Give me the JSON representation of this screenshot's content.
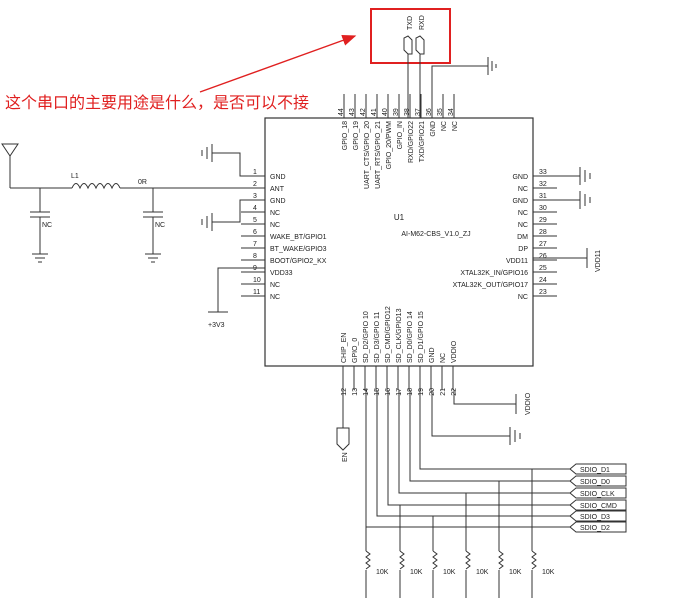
{
  "question": "这个串口的主要用途是什么，是否可以不接",
  "colors": {
    "annotation": "#e02020",
    "wire": "#333333"
  },
  "chip": {
    "refdes": "U1",
    "part": "AI-M62-CBS_V1.0_ZJ",
    "left_pins": [
      {
        "num": "1",
        "label": "GND"
      },
      {
        "num": "2",
        "label": "ANT"
      },
      {
        "num": "3",
        "label": "GND"
      },
      {
        "num": "4",
        "label": "NC"
      },
      {
        "num": "5",
        "label": "NC"
      },
      {
        "num": "6",
        "label": "WAKE_BT/GPIO1"
      },
      {
        "num": "7",
        "label": "BT_WAKE/GPIO3"
      },
      {
        "num": "8",
        "label": "BOOT/GPIO2_KX"
      },
      {
        "num": "9",
        "label": "VDD33"
      },
      {
        "num": "10",
        "label": "NC"
      },
      {
        "num": "11",
        "label": "NC"
      }
    ],
    "right_pins": [
      {
        "num": "33",
        "label": "GND"
      },
      {
        "num": "32",
        "label": "NC"
      },
      {
        "num": "31",
        "label": "GND"
      },
      {
        "num": "30",
        "label": "NC"
      },
      {
        "num": "29",
        "label": "NC"
      },
      {
        "num": "28",
        "label": "DM"
      },
      {
        "num": "27",
        "label": "DP"
      },
      {
        "num": "26",
        "label": "VDD11"
      },
      {
        "num": "25",
        "label": "XTAL32K_IN/GPIO16"
      },
      {
        "num": "24",
        "label": "XTAL32K_OUT/GPIO17"
      },
      {
        "num": "23",
        "label": "NC"
      }
    ],
    "top_pins": [
      {
        "num": "44",
        "label": "GPIO_18"
      },
      {
        "num": "43",
        "label": "GPIO_19"
      },
      {
        "num": "42",
        "label": "UART_CTS/GPIO_20"
      },
      {
        "num": "41",
        "label": "UART_RTS/GPIO_21"
      },
      {
        "num": "40",
        "label": "GPIO_20/PWM"
      },
      {
        "num": "39",
        "label": "GPIO_IN"
      },
      {
        "num": "38",
        "label": "RXD/GPIO22"
      },
      {
        "num": "37",
        "label": "TXD/GPIO21"
      },
      {
        "num": "36",
        "label": "GND"
      },
      {
        "num": "35",
        "label": "NC"
      },
      {
        "num": "34",
        "label": "NC"
      }
    ],
    "bottom_pins": [
      {
        "num": "12",
        "label": "CHIP_EN"
      },
      {
        "num": "13",
        "label": "GPIO_0"
      },
      {
        "num": "14",
        "label": "SD_D2/GPIO 10"
      },
      {
        "num": "15",
        "label": "SD_D3/GPIO 11"
      },
      {
        "num": "16",
        "label": "SD_CMD/GPIO12"
      },
      {
        "num": "17",
        "label": "SD_CLK/GPIO13"
      },
      {
        "num": "18",
        "label": "SD_D0/GPIO 14"
      },
      {
        "num": "19",
        "label": "SD_D1/GPIO 15"
      },
      {
        "num": "20",
        "label": "GND"
      },
      {
        "num": "21",
        "label": "NC"
      },
      {
        "num": "22",
        "label": "VDDIO"
      }
    ]
  },
  "uart_header": {
    "pin1": "TXD",
    "pin2": "RXD"
  },
  "rf": {
    "inductor": "L1",
    "resistor": "0R",
    "cap_left": "NC",
    "cap_right": "NC"
  },
  "nets": {
    "vdd33": "+3V3",
    "vdd11": "VDD11",
    "vddio": "VDDIO",
    "chip_en": "EN",
    "sdio": [
      "SDIO_D1",
      "SDIO_D0",
      "SDIO_CLK",
      "SDIO_CMD",
      "SDIO_D3",
      "SDIO_D2"
    ],
    "pullups": [
      "10K",
      "10K",
      "10K",
      "10K",
      "10K",
      "10K"
    ]
  }
}
